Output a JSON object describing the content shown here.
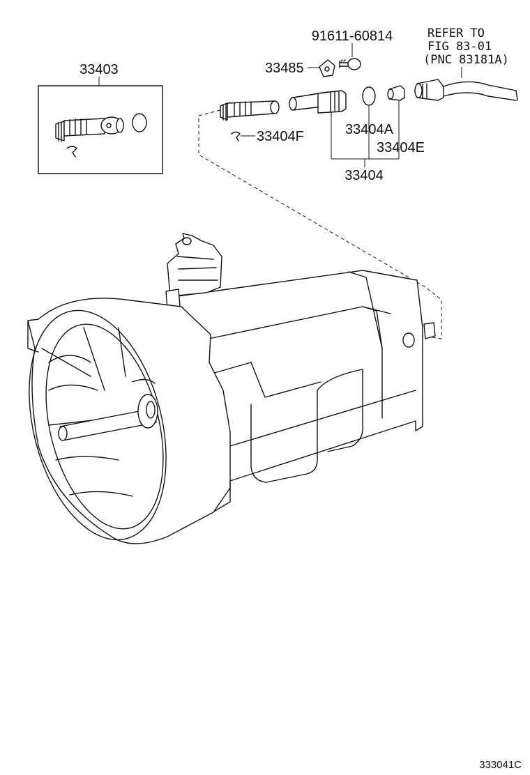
{
  "parts": {
    "p33403": "33403",
    "p33485": "33485",
    "p91611": "91611-60814",
    "p33404F": "33404F",
    "p33404A": "33404A",
    "p33404E": "33404E",
    "p33404": "33404"
  },
  "reference_note": {
    "line1": "REFER TO",
    "line2": "FIG 83-01",
    "line3": "(PNC 83181A)"
  },
  "figure_id": "333041C"
}
